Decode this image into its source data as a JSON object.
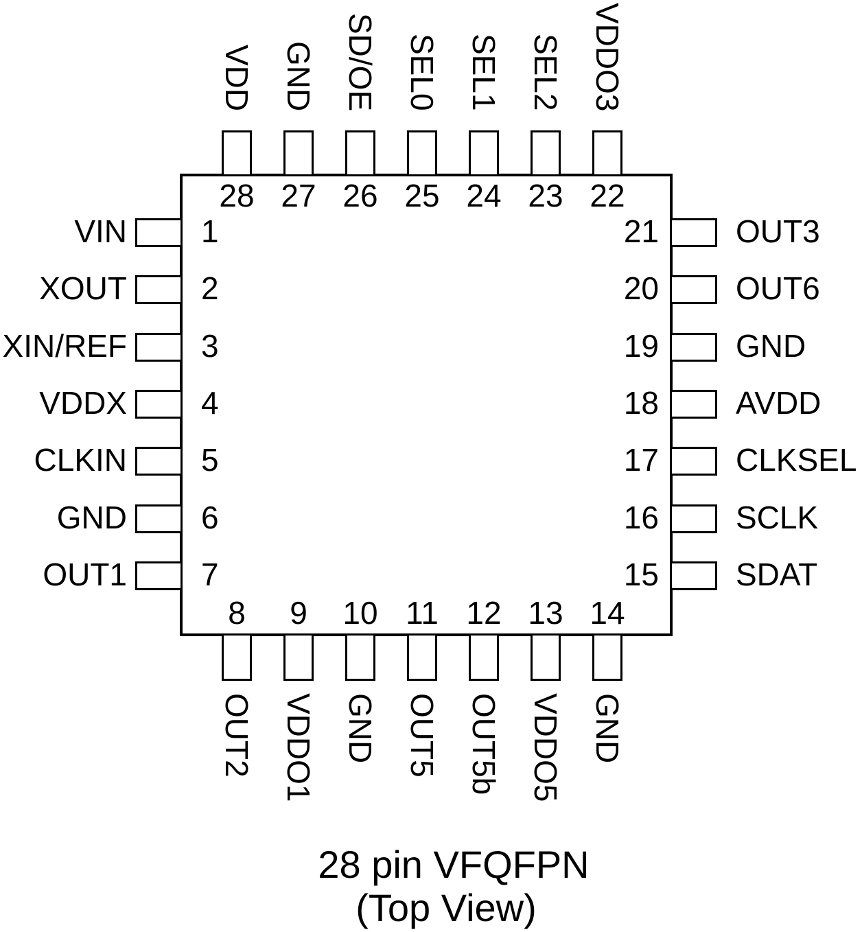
{
  "chip": {
    "package": "28 pin VFQFPN",
    "view": "(Top View)",
    "ink_color": "#000000",
    "background_color": "#ffffff"
  },
  "pins": {
    "left": [
      {
        "number": "1",
        "label": "VIN"
      },
      {
        "number": "2",
        "label": "XOUT"
      },
      {
        "number": "3",
        "label": "XIN/REF"
      },
      {
        "number": "4",
        "label": "VDDX"
      },
      {
        "number": "5",
        "label": "CLKIN"
      },
      {
        "number": "6",
        "label": "GND"
      },
      {
        "number": "7",
        "label": "OUT1"
      }
    ],
    "top": [
      {
        "number": "28",
        "label": "VDD"
      },
      {
        "number": "27",
        "label": "GND"
      },
      {
        "number": "26",
        "label": "SD/OE"
      },
      {
        "number": "25",
        "label": "SEL0"
      },
      {
        "number": "24",
        "label": "SEL1"
      },
      {
        "number": "23",
        "label": "SEL2"
      },
      {
        "number": "22",
        "label": "VDDO3"
      }
    ],
    "right": [
      {
        "number": "21",
        "label": "OUT3"
      },
      {
        "number": "20",
        "label": "OUT6"
      },
      {
        "number": "19",
        "label": "GND"
      },
      {
        "number": "18",
        "label": "AVDD"
      },
      {
        "number": "17",
        "label": "CLKSEL"
      },
      {
        "number": "16",
        "label": "SCLK"
      },
      {
        "number": "15",
        "label": "SDAT"
      }
    ],
    "bottom": [
      {
        "number": "8",
        "label": "OUT2"
      },
      {
        "number": "9",
        "label": "VDDO1"
      },
      {
        "number": "10",
        "label": "GND"
      },
      {
        "number": "11",
        "label": "OUT5"
      },
      {
        "number": "12",
        "label": "OUT5b"
      },
      {
        "number": "13",
        "label": "VDDO5"
      },
      {
        "number": "14",
        "label": "GND"
      }
    ]
  }
}
